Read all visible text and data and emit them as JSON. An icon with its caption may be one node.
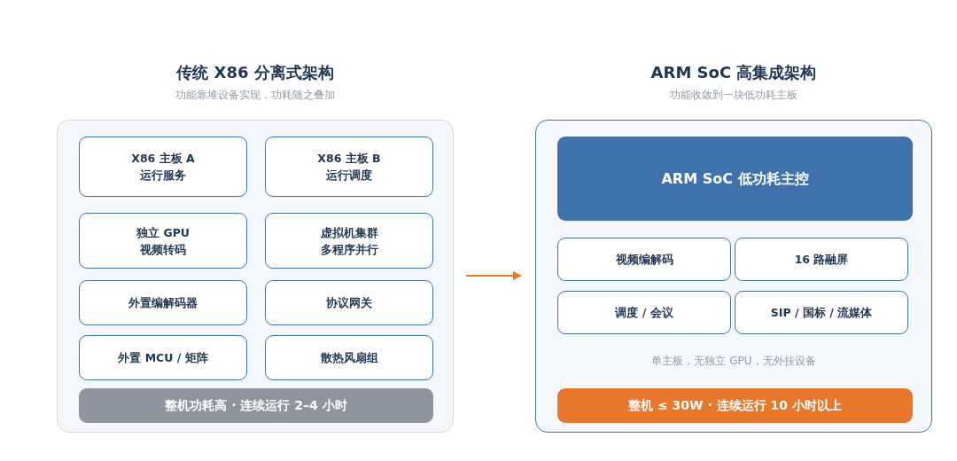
{
  "diagram": {
    "nodes": [
      {
        "text": [],
        "shape": "box"
      },
      {
        "text": [
          "X86 主板 A",
          "运行服务"
        ],
        "in": 0
      },
      {
        "text": [
          "X86 主板 B",
          "运行调度"
        ],
        "in": 0
      },
      {
        "text": [
          "独立 GPU",
          "视频转码"
        ],
        "in": 0
      },
      {
        "text": [
          "虚拟机集群",
          "多程序并行"
        ],
        "in": 0
      },
      {
        "text": [
          "外置编解码器"
        ],
        "in": 0
      },
      {
        "text": [
          "协议网关"
        ],
        "in": 0
      },
      {
        "text": [
          "外置 MCU / 矩阵"
        ],
        "in": 0
      },
      {
        "text": [
          "散热风扇组"
        ],
        "in": 0
      },
      {
        "text": [
          "整机功耗高 · 连续运行 2–4 小时"
        ],
        "in": 0
      },
      {
        "text": [
          "单主板，无独立 GPU，无外挂设备"
        ]
      },
      {
        "text": [
          "ARM SoC 低功耗主控"
        ],
        "in": 10
      },
      {
        "text": [
          "视频编解码"
        ],
        "in": 10
      },
      {
        "text": [
          "16 路融屏"
        ],
        "in": 10
      },
      {
        "text": [
          "调度 / 会议"
        ],
        "in": 10
      },
      {
        "text": [
          "SIP / 国标 / 流媒体"
        ],
        "in": 10
      },
      {
        "text": [
          "整机 ≤ 30W · 连续运行 10 小时以上"
        ],
        "in": 10
      }
    ],
    "edges": [
      {
        "from": 0,
        "to": 10,
        "arrow": "to"
      }
    ],
    "labels": [
      "传统 X86 分离式架构",
      "功能靠堆设备实现，功耗随之叠加",
      "ARM SoC 高集成架构",
      "功能收敛到一块低功耗主板"
    ]
  }
}
